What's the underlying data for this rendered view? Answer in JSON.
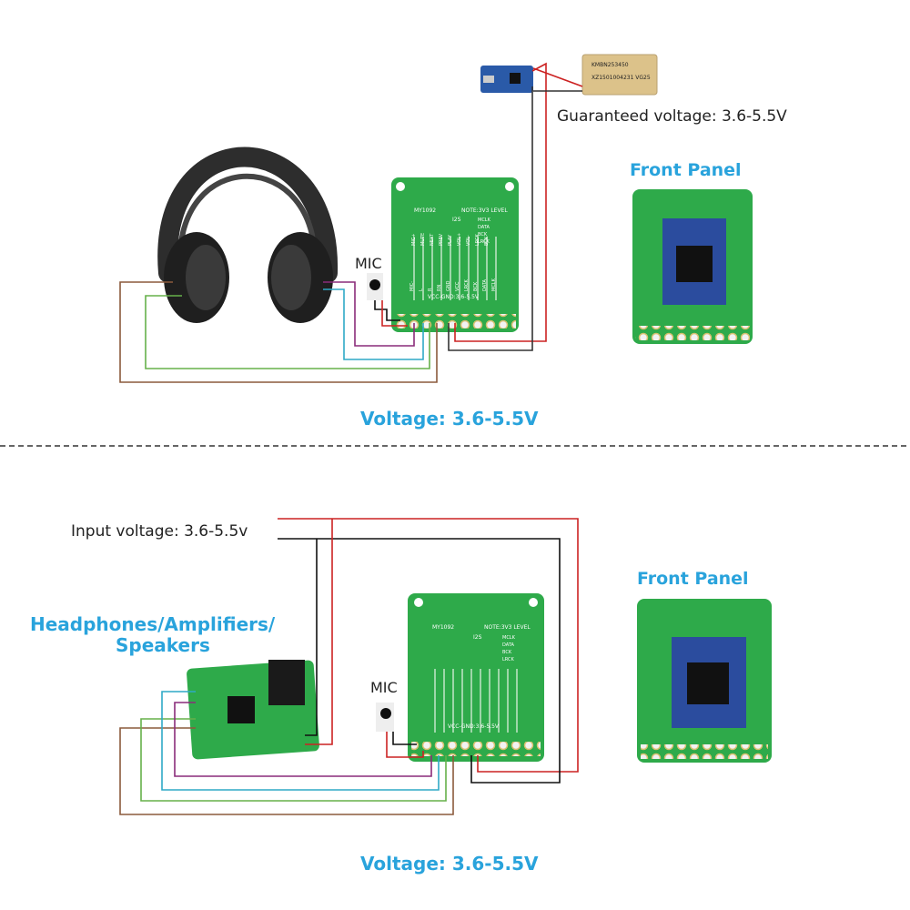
{
  "top": {
    "battery_voltage_label": "Guaranteed voltage: 3.6-5.5V",
    "front_panel_label": "Front Panel",
    "mic_label": "MIC",
    "voltage_label": "Voltage: 3.6-5.5V",
    "battery_text_line1": "KMBN253450",
    "battery_text_line2": "XZ1501004231 VG25",
    "board": {
      "title": "NOTE:3V3 LEVEL",
      "i2s": "I2S",
      "model": "MY1092",
      "vcc_note": "VCC-GND:3.6-5.5V",
      "side_signals": [
        "MCLK",
        "DATA",
        "BCK",
        "LRCK"
      ],
      "pins_left": [
        "MIC+",
        "MUTE",
        "NEXT",
        "PREV",
        "PLAY",
        "VOL+",
        "VOL-",
        "LRCK",
        "BCK"
      ],
      "pins_right": [
        "MIC-",
        "L",
        "R",
        "RN",
        "GND",
        "VCC",
        "LRCK",
        "BCK",
        "DATA",
        "MCLK"
      ]
    }
  },
  "divider": "dashed",
  "bottom": {
    "input_voltage_label": "Input voltage: 3.6-5.5v",
    "output_label_line1": "Headphones/Amplifiers/",
    "output_label_line2": "Speakers",
    "front_panel_label": "Front Panel",
    "mic_label": "MIC",
    "voltage_label": "Voltage: 3.6-5.5V",
    "board": {
      "title": "NOTE:3V3 LEVEL",
      "i2s": "I2S",
      "model": "MY1092",
      "vcc_note": "VCC-GND:3.6-5.5V",
      "side_signals": [
        "MCLK",
        "DATA",
        "BCK",
        "LRCK"
      ]
    }
  },
  "colors": {
    "accent": "#29a3dc",
    "pcb": "#2eaa4a",
    "wire_red": "#cc2222",
    "wire_black": "#111111",
    "wire_brown": "#8b5a3c",
    "wire_green": "#66b04a",
    "wire_cyan": "#2fa9c6",
    "wire_purple": "#8a2c7a"
  }
}
